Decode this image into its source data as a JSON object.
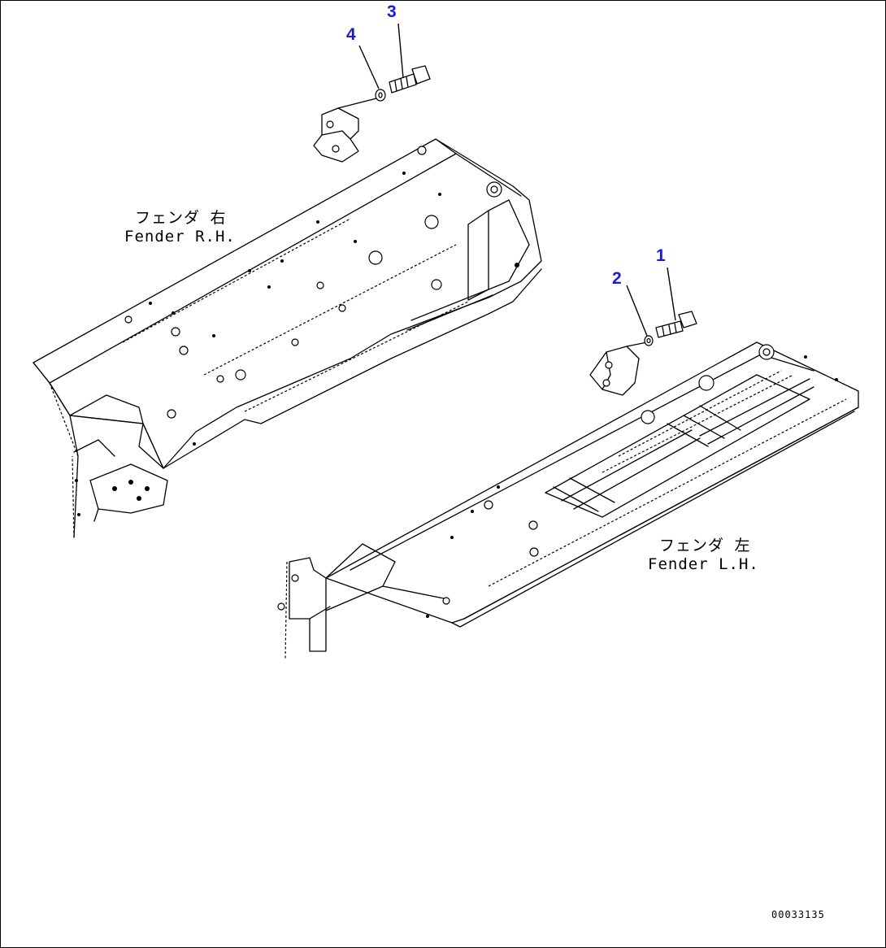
{
  "callouts": {
    "c1": "1",
    "c2": "2",
    "c3": "3",
    "c4": "4"
  },
  "labels": {
    "fender_rh_jp": "フェンダ 右",
    "fender_rh_en": "Fender R.H.",
    "fender_lh_jp": "フェンダ 左",
    "fender_lh_en": "Fender L.H."
  },
  "drawing_number": "00033135",
  "colors": {
    "callout": "#1a1ad6",
    "line": "#000000",
    "background": "#ffffff"
  }
}
